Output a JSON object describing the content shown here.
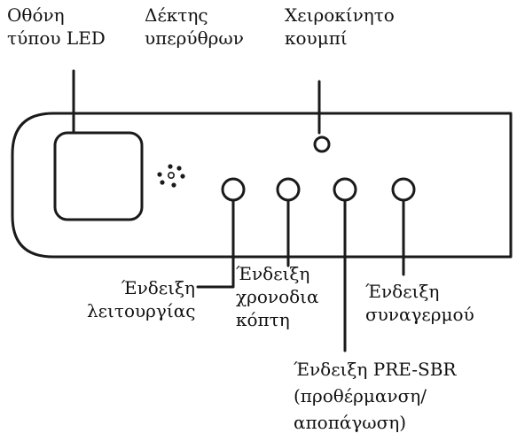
{
  "colors": {
    "line": "#1a1a1a",
    "text": "#111111",
    "background": "#ffffff"
  },
  "labels": {
    "led_display": [
      "Οθόνη",
      "τύπου LED"
    ],
    "ir_receiver": [
      "Δέκτης",
      "υπερύθρων"
    ],
    "manual_button": [
      "Χειροκίνητο",
      "κουμπί"
    ],
    "operation_indicator": [
      "Ένδειξη",
      "λειτουργίας"
    ],
    "timer_indicator": [
      "Ένδειξη",
      "χρονοδια",
      "κόπτη"
    ],
    "pre_sbr_indicator": [
      "Ένδειξη PRE-SBR",
      "(προθέρμανση/",
      "αποπάγωση)"
    ],
    "alarm_indicator": [
      "Ένδειξη",
      "συναγερμού"
    ]
  },
  "icons": {
    "ir_receiver": "dotted-circle-icon",
    "manual_button": "small-circle-button-icon",
    "indicators": "circle-led-icon"
  }
}
